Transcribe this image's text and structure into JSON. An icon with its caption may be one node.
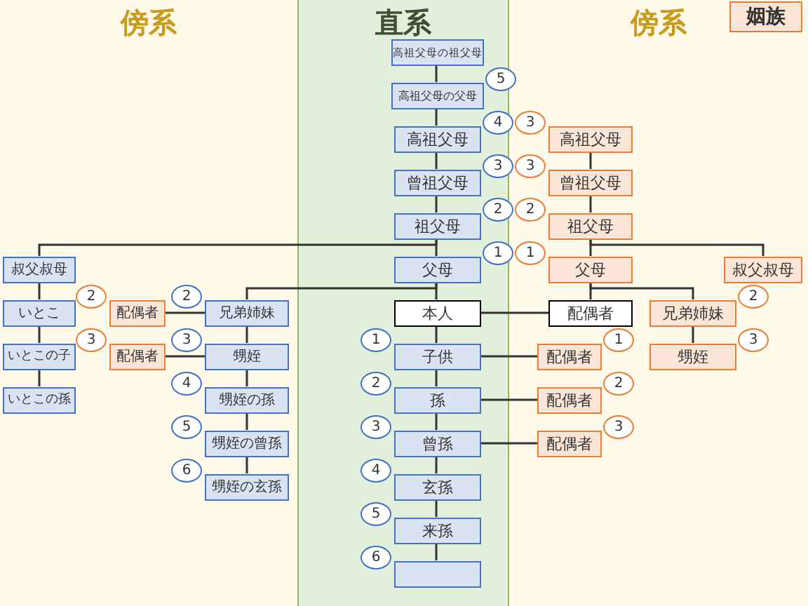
{
  "diagram": {
    "nodes": [
      {
        "text": [
          "傍系"
        ]
      },
      {
        "text": [
          "直系"
        ]
      },
      {
        "text": [
          "傍系"
        ]
      },
      {
        "text": [
          "姻族"
        ],
        "in": 2
      },
      {
        "text": [
          "高祖父母の祖父母"
        ],
        "in": 1
      },
      {
        "text": [
          "高祖父母の父母"
        ],
        "in": 1,
        "beside": [
          "5"
        ]
      },
      {
        "text": [
          "高祖父母"
        ],
        "in": 1,
        "beside": [
          "4"
        ]
      },
      {
        "text": [
          "曾祖父母"
        ],
        "in": 1,
        "beside": [
          "3"
        ]
      },
      {
        "text": [
          "祖父母"
        ],
        "in": 1,
        "beside": [
          "2"
        ]
      },
      {
        "text": [
          "父母"
        ],
        "in": 1,
        "beside": [
          "1"
        ]
      },
      {
        "text": [
          "本人"
        ],
        "in": 1
      },
      {
        "text": [
          "子供"
        ],
        "in": 1,
        "beside": [
          "1"
        ]
      },
      {
        "text": [
          "孫"
        ],
        "in": 1,
        "beside": [
          "2"
        ]
      },
      {
        "text": [
          "曾孫"
        ],
        "in": 1,
        "beside": [
          "3"
        ]
      },
      {
        "text": [
          "玄孫"
        ],
        "in": 1,
        "beside": [
          "4"
        ]
      },
      {
        "text": [
          "来孫"
        ],
        "in": 1,
        "beside": [
          "5"
        ]
      },
      {
        "text": [],
        "shape": "box",
        "in": 1,
        "beside": [
          "6"
        ]
      },
      {
        "text": [
          "高祖父母"
        ],
        "in": 2,
        "beside": [
          "3"
        ]
      },
      {
        "text": [
          "曾祖父母"
        ],
        "in": 2,
        "beside": [
          "3"
        ]
      },
      {
        "text": [
          "祖父母"
        ],
        "in": 2,
        "beside": [
          "2"
        ]
      },
      {
        "text": [
          "父母"
        ],
        "in": 2,
        "beside": [
          "1"
        ]
      },
      {
        "text": [
          "叔父叔母"
        ],
        "in": 2
      },
      {
        "text": [
          "配偶者"
        ],
        "in": 2
      },
      {
        "text": [
          "兄弟姉妹"
        ],
        "in": 2,
        "beside": [
          "2"
        ]
      },
      {
        "text": [
          "甥姪"
        ],
        "in": 2,
        "beside": [
          "3"
        ]
      },
      {
        "text": [
          "配偶者"
        ],
        "in": 2,
        "beside": [
          "1"
        ]
      },
      {
        "text": [
          "配偶者"
        ],
        "in": 2,
        "beside": [
          "2"
        ]
      },
      {
        "text": [
          "配偶者"
        ],
        "in": 2,
        "beside": [
          "3"
        ]
      },
      {
        "text": [
          "叔父叔母"
        ],
        "in": 0
      },
      {
        "text": [
          "いとこ"
        ],
        "in": 0
      },
      {
        "text": [
          "いとこの子"
        ],
        "in": 0
      },
      {
        "text": [
          "いとこの孫"
        ],
        "in": 0
      },
      {
        "text": [
          "配偶者"
        ],
        "in": 0,
        "beside": [
          "2"
        ]
      },
      {
        "text": [
          "兄弟姉妹"
        ],
        "in": 0,
        "beside": [
          "2"
        ]
      },
      {
        "text": [
          "配偶者"
        ],
        "in": 0,
        "beside": [
          "3"
        ]
      },
      {
        "text": [
          "甥姪"
        ],
        "in": 0,
        "beside": [
          "3"
        ]
      },
      {
        "text": [
          "甥姪の孫"
        ],
        "in": 0,
        "beside": [
          "4"
        ]
      },
      {
        "text": [
          "甥姪の曾孫"
        ],
        "in": 0,
        "beside": [
          "5"
        ]
      },
      {
        "text": [
          "甥姪の玄孫"
        ],
        "in": 0,
        "beside": [
          "6"
        ]
      }
    ],
    "edges": [
      {
        "from": 4,
        "to": 5,
        "arrow": "none"
      },
      {
        "from": 5,
        "to": 6,
        "arrow": "none"
      },
      {
        "from": 6,
        "to": 7,
        "arrow": "none"
      },
      {
        "from": 7,
        "to": 8,
        "arrow": "none"
      },
      {
        "from": 8,
        "to": 9,
        "arrow": "none"
      },
      {
        "from": 9,
        "to": 10,
        "arrow": "none"
      },
      {
        "from": 10,
        "to": 11,
        "arrow": "none"
      },
      {
        "from": 11,
        "to": 12,
        "arrow": "none"
      },
      {
        "from": 12,
        "to": 13,
        "arrow": "none"
      },
      {
        "from": 13,
        "to": 14,
        "arrow": "none"
      },
      {
        "from": 14,
        "to": 15,
        "arrow": "none"
      },
      {
        "from": 15,
        "to": 16,
        "arrow": "none"
      },
      {
        "from": 8,
        "to": 28,
        "arrow": "none"
      },
      {
        "from": 17,
        "to": 18,
        "arrow": "none"
      },
      {
        "from": 18,
        "to": 19,
        "arrow": "none"
      },
      {
        "from": 19,
        "to": 20,
        "arrow": "none"
      },
      {
        "from": 19,
        "to": 21,
        "arrow": "none"
      },
      {
        "from": 20,
        "to": 22,
        "arrow": "none"
      },
      {
        "from": 20,
        "to": 23,
        "arrow": "none"
      },
      {
        "from": 9,
        "to": 33,
        "arrow": "none"
      },
      {
        "from": 10,
        "to": 22,
        "arrow": "none"
      },
      {
        "from": 23,
        "to": 24,
        "arrow": "none"
      },
      {
        "from": 28,
        "to": 29,
        "arrow": "none"
      },
      {
        "from": 29,
        "to": 30,
        "arrow": "none"
      },
      {
        "from": 30,
        "to": 31,
        "arrow": "none"
      },
      {
        "from": 33,
        "to": 32,
        "arrow": "none"
      },
      {
        "from": 35,
        "to": 34,
        "arrow": "none"
      },
      {
        "from": 33,
        "to": 35,
        "arrow": "none"
      },
      {
        "from": 35,
        "to": 36,
        "arrow": "none"
      },
      {
        "from": 36,
        "to": 37,
        "arrow": "none"
      },
      {
        "from": 37,
        "to": 38,
        "arrow": "none"
      },
      {
        "from": 11,
        "to": 25,
        "arrow": "none"
      },
      {
        "from": 12,
        "to": 26,
        "arrow": "none"
      },
      {
        "from": 13,
        "to": 27,
        "arrow": "none"
      }
    ]
  }
}
